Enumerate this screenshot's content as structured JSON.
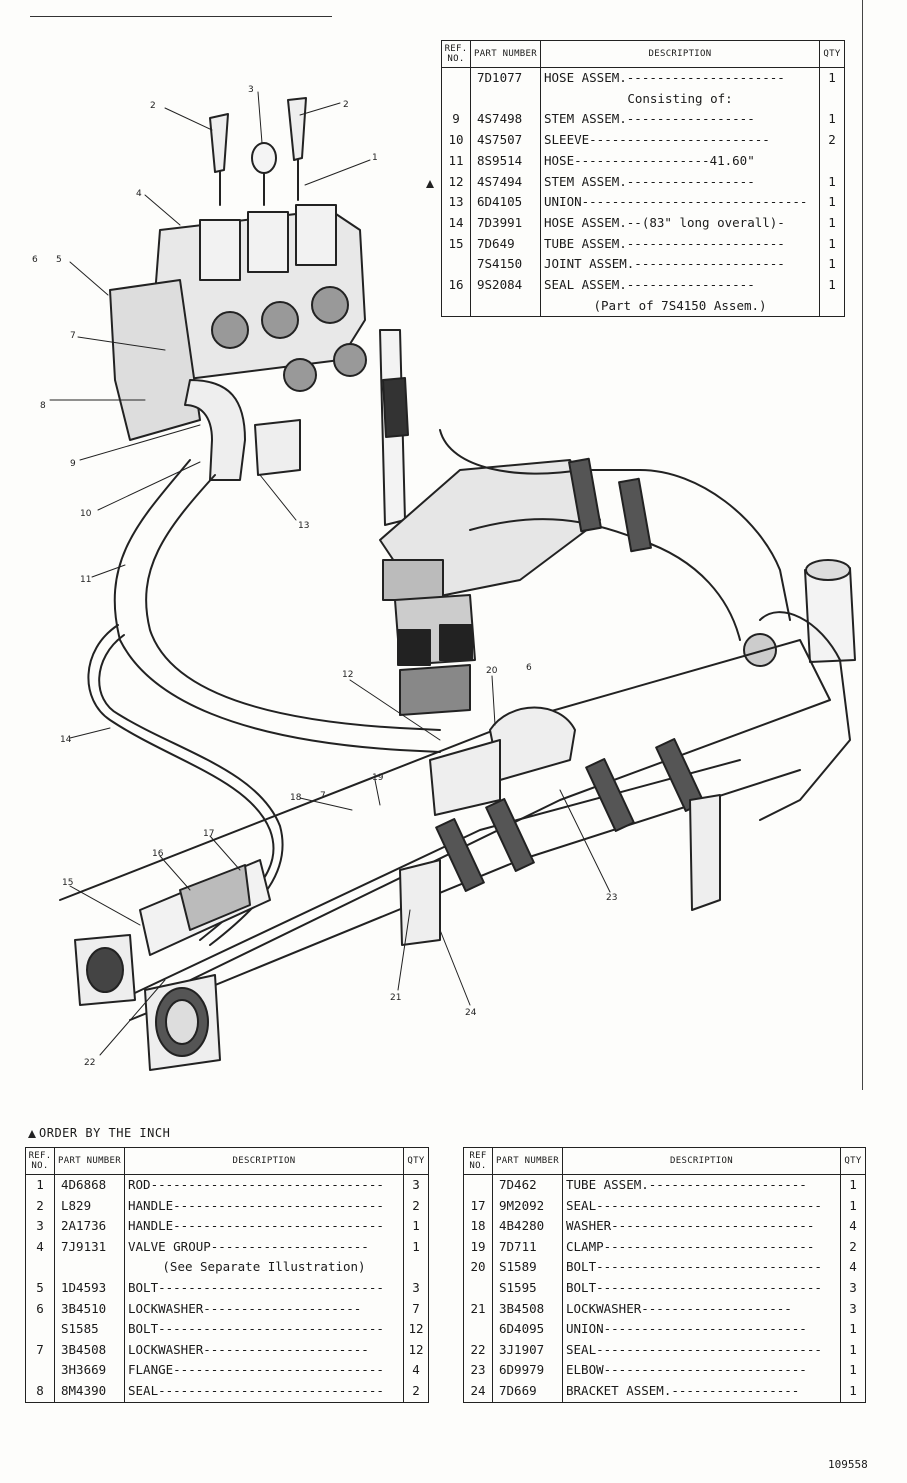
{
  "top_table": {
    "headers": {
      "ref": "REF. NO.",
      "part": "PART NUMBER",
      "desc": "DESCRIPTION",
      "qty": "QTY"
    },
    "rows": [
      {
        "ref": "",
        "part": "7D1077",
        "desc": "HOSE ASSEM.---------------------",
        "qty": "1"
      },
      {
        "ref": "",
        "part": "",
        "desc": "Consisting of:",
        "qty": ""
      },
      {
        "ref": "9",
        "part": "4S7498",
        "desc": "STEM ASSEM.-----------------",
        "qty": "1"
      },
      {
        "ref": "10",
        "part": "4S7507",
        "desc": "SLEEVE------------------------",
        "qty": "2"
      },
      {
        "ref": "11",
        "part": "8S9514",
        "desc": "HOSE------------------41.60\"",
        "qty": ""
      },
      {
        "ref": "12",
        "part": "4S7494",
        "desc": "STEM ASSEM.-----------------",
        "qty": "1"
      },
      {
        "ref": "13",
        "part": "6D4105",
        "desc": "UNION------------------------------",
        "qty": "1"
      },
      {
        "ref": "14",
        "part": "7D3991",
        "desc": "HOSE ASSEM.--(83\" long overall)-",
        "qty": "1"
      },
      {
        "ref": "15",
        "part": "7D649",
        "desc": "TUBE ASSEM.---------------------",
        "qty": "1"
      },
      {
        "ref": "",
        "part": "7S4150",
        "desc": "JOINT ASSEM.--------------------",
        "qty": "1"
      },
      {
        "ref": "16",
        "part": "9S2084",
        "desc": "SEAL ASSEM.-----------------",
        "qty": "1"
      },
      {
        "ref": "",
        "part": "",
        "desc": "(Part of 7S4150 Assem.)",
        "qty": ""
      }
    ]
  },
  "order_note": "ORDER BY THE INCH",
  "left_table": {
    "headers": {
      "ref": "REF. NO.",
      "part": "PART NUMBER",
      "desc": "DESCRIPTION",
      "qty": "QTY"
    },
    "rows": [
      {
        "ref": "1",
        "part": "4D6868",
        "desc": "ROD-------------------------------",
        "qty": "3"
      },
      {
        "ref": "2",
        "part": "L829",
        "desc": "HANDLE----------------------------",
        "qty": "2"
      },
      {
        "ref": "3",
        "part": "2A1736",
        "desc": "HANDLE----------------------------",
        "qty": "1"
      },
      {
        "ref": "4",
        "part": "7J9131",
        "desc": "VALVE GROUP---------------------",
        "qty": "1"
      },
      {
        "ref": "",
        "part": "",
        "desc": "(See Separate Illustration)",
        "qty": ""
      },
      {
        "ref": "5",
        "part": "1D4593",
        "desc": "BOLT------------------------------",
        "qty": "3"
      },
      {
        "ref": "6",
        "part": "3B4510",
        "desc": "LOCKWASHER---------------------",
        "qty": "7"
      },
      {
        "ref": "",
        "part": "S1585",
        "desc": "BOLT------------------------------",
        "qty": "12"
      },
      {
        "ref": "7",
        "part": "3B4508",
        "desc": "LOCKWASHER----------------------",
        "qty": "12"
      },
      {
        "ref": "",
        "part": "3H3669",
        "desc": "FLANGE----------------------------",
        "qty": "4"
      },
      {
        "ref": "8",
        "part": "8M4390",
        "desc": "SEAL------------------------------",
        "qty": "2"
      }
    ]
  },
  "right_table": {
    "headers": {
      "ref": "REF NO.",
      "part": "PART NUMBER",
      "desc": "DESCRIPTION",
      "qty": "QTY"
    },
    "rows": [
      {
        "ref": "",
        "part": "7D462",
        "desc": "TUBE ASSEM.---------------------",
        "qty": "1"
      },
      {
        "ref": "17",
        "part": "9M2092",
        "desc": "SEAL------------------------------",
        "qty": "1"
      },
      {
        "ref": "18",
        "part": "4B4280",
        "desc": "WASHER---------------------------",
        "qty": "4"
      },
      {
        "ref": "19",
        "part": "7D711",
        "desc": "CLAMP----------------------------",
        "qty": "2"
      },
      {
        "ref": "20",
        "part": "S1589",
        "desc": "BOLT------------------------------",
        "qty": "4"
      },
      {
        "ref": "",
        "part": "S1595",
        "desc": "BOLT------------------------------",
        "qty": "3"
      },
      {
        "ref": "21",
        "part": "3B4508",
        "desc": "LOCKWASHER--------------------",
        "qty": "3"
      },
      {
        "ref": "",
        "part": "6D4095",
        "desc": "UNION---------------------------",
        "qty": "1"
      },
      {
        "ref": "22",
        "part": "3J1907",
        "desc": "SEAL------------------------------",
        "qty": "1"
      },
      {
        "ref": "23",
        "part": "6D9979",
        "desc": "ELBOW---------------------------",
        "qty": "1"
      },
      {
        "ref": "24",
        "part": "7D669",
        "desc": "BRACKET ASSEM.-----------------",
        "qty": "1"
      }
    ]
  },
  "figure_number": "109558",
  "callouts": [
    "1",
    "2",
    "2",
    "3",
    "4",
    "5",
    "6",
    "6",
    "7",
    "7",
    "8",
    "9",
    "10",
    "11",
    "12",
    "13",
    "14",
    "15",
    "16",
    "17",
    "18",
    "19",
    "20",
    "21",
    "22",
    "23",
    "24"
  ]
}
